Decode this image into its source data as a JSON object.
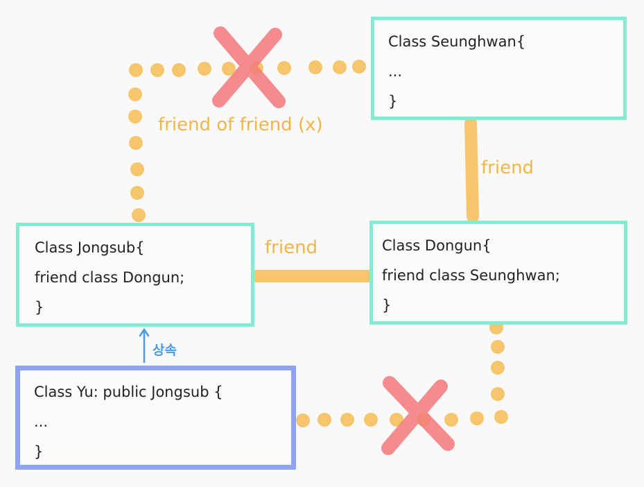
{
  "boxes": {
    "seunghwan": {
      "lines": [
        "Class Seunghwan{",
        "...",
        "}"
      ]
    },
    "jongsub": {
      "lines": [
        "Class Jongsub{",
        "friend class Dongun;",
        "}"
      ]
    },
    "dongun": {
      "lines": [
        "Class Dongun{",
        "friend class Seunghwan;",
        "}"
      ]
    },
    "yu": {
      "lines": [
        "Class Yu: public Jongsub {",
        "...",
        "}"
      ]
    }
  },
  "labels": {
    "friend_of_friend": "friend of friend (x)",
    "friend_jongsub_dongun": "friend",
    "friend_dongun_seunghwan": "friend",
    "inheritance": "상속"
  },
  "colors": {
    "teal_border": "#84ead2",
    "blue_border": "#8ea3f4",
    "orange": "#f7c56b",
    "red_cross": "#f47a7c",
    "blue_arrow": "#4a9be6"
  }
}
